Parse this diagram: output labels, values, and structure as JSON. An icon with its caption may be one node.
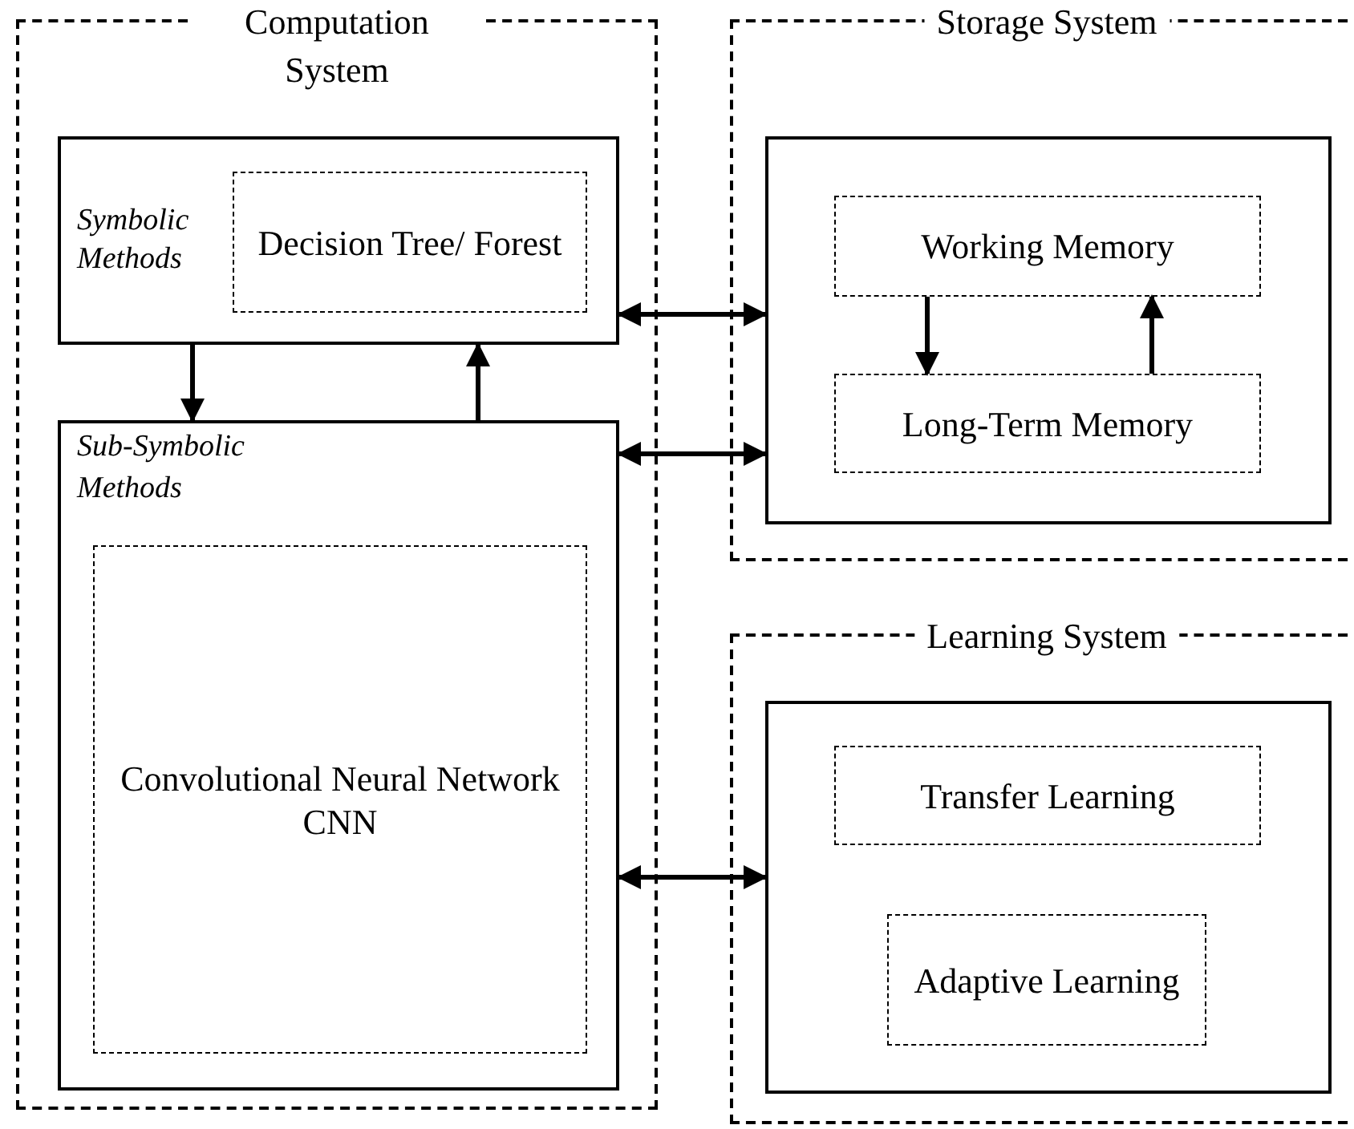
{
  "diagram": {
    "nodes": [
      {
        "text": [
          "Computation System"
        ]
      },
      {
        "text": [
          "Symbolic Methods"
        ],
        "in": 0
      },
      {
        "text": [
          "Decision Tree/ Forest"
        ],
        "in": 1
      },
      {
        "text": [
          "Sub-Symbolic Methods"
        ],
        "in": 0
      },
      {
        "text": [
          "Convolutional Neural Network",
          "CNN"
        ],
        "in": 3
      },
      {
        "text": [
          "Storage System"
        ]
      },
      {
        "text": [],
        "shape": "box",
        "in": 5
      },
      {
        "text": [
          "Working Memory"
        ],
        "in": 6
      },
      {
        "text": [
          "Long-Term Memory"
        ],
        "in": 6
      },
      {
        "text": [
          "Learning System"
        ]
      },
      {
        "text": [],
        "shape": "box",
        "in": 9
      },
      {
        "text": [
          "Transfer Learning"
        ],
        "in": 10
      },
      {
        "text": [
          "Adaptive Learning"
        ],
        "in": 10
      }
    ],
    "edges": [
      {
        "from": 1,
        "to": 3,
        "arrow": "to"
      },
      {
        "from": 3,
        "to": 1,
        "arrow": "to"
      },
      {
        "from": 1,
        "to": 6,
        "arrow": "both"
      },
      {
        "from": 3,
        "to": 6,
        "arrow": "both"
      },
      {
        "from": 3,
        "to": 10,
        "arrow": "both"
      },
      {
        "from": 7,
        "to": 8,
        "arrow": "to"
      },
      {
        "from": 8,
        "to": 7,
        "arrow": "to"
      }
    ]
  }
}
